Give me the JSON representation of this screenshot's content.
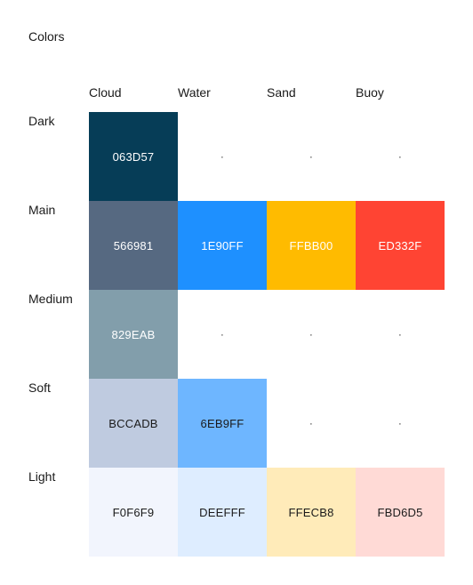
{
  "title": "Colors",
  "columns": [
    "Cloud",
    "Water",
    "Sand",
    "Buoy"
  ],
  "rows": [
    {
      "label": "Dark",
      "cells": [
        {
          "text": "063D57",
          "bg": "#063D57",
          "fg": "#ffffff"
        },
        {
          "text": "·",
          "bg": null,
          "fg": "#333333"
        },
        {
          "text": "·",
          "bg": null,
          "fg": "#333333"
        },
        {
          "text": "·",
          "bg": null,
          "fg": "#333333"
        }
      ]
    },
    {
      "label": "Main",
      "cells": [
        {
          "text": "566981",
          "bg": "#566981",
          "fg": "#ffffff"
        },
        {
          "text": "1E90FF",
          "bg": "#1E90FF",
          "fg": "#ffffff"
        },
        {
          "text": "FFBB00",
          "bg": "#FFBB00",
          "fg": "#ffffff"
        },
        {
          "text": "ED332F",
          "bg": "#FF4433",
          "fg": "#ffffff"
        }
      ]
    },
    {
      "label": "Medium",
      "cells": [
        {
          "text": "829EAB",
          "bg": "#829EAB",
          "fg": "#ffffff"
        },
        {
          "text": "·",
          "bg": null,
          "fg": "#333333"
        },
        {
          "text": "·",
          "bg": null,
          "fg": "#333333"
        },
        {
          "text": "·",
          "bg": null,
          "fg": "#333333"
        }
      ]
    },
    {
      "label": "Soft",
      "cells": [
        {
          "text": "BCCADB",
          "bg": "#BFCBE0",
          "fg": "#1a1a1a"
        },
        {
          "text": "6EB9FF",
          "bg": "#6EB6FF",
          "fg": "#1a1a1a"
        },
        {
          "text": "·",
          "bg": null,
          "fg": "#333333"
        },
        {
          "text": "·",
          "bg": null,
          "fg": "#333333"
        }
      ]
    },
    {
      "label": "Light",
      "cells": [
        {
          "text": "F0F6F9",
          "bg": "#F2F5FD",
          "fg": "#1a1a1a"
        },
        {
          "text": "DEEFFF",
          "bg": "#DEEDFF",
          "fg": "#1a1a1a"
        },
        {
          "text": "FFECB8",
          "bg": "#FFEBB9",
          "fg": "#1a1a1a"
        },
        {
          "text": "FBD6D5",
          "bg": "#FFDAD6",
          "fg": "#1a1a1a"
        }
      ]
    }
  ]
}
